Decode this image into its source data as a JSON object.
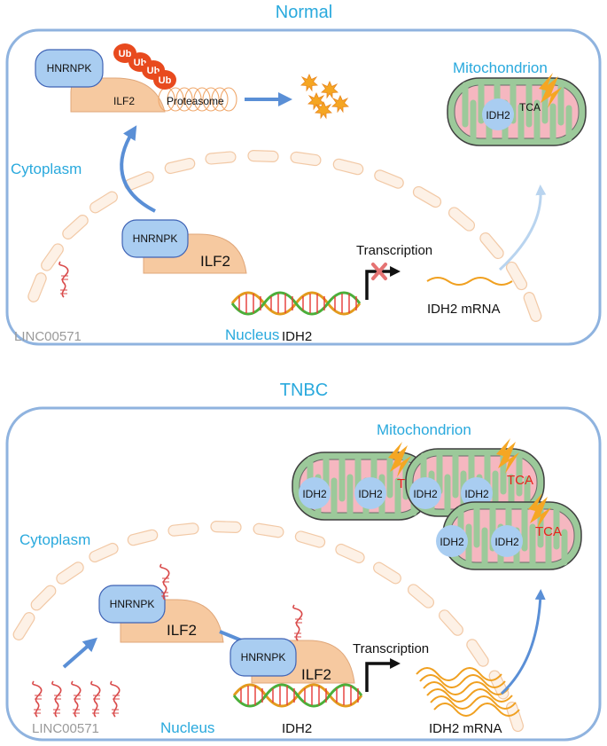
{
  "panels": {
    "normal": {
      "title": "Normal",
      "cytoplasm": "Cytoplasm",
      "nucleus": "Nucleus",
      "hnrnpk": "HNRNPK",
      "ilf2": "ILF2",
      "proteasome": "Proteasome",
      "ub": "Ub",
      "mitochondrion": "Mitochondrion",
      "idh2": "IDH2",
      "tca": "TCA",
      "transcription": "Transcription",
      "gene": "IDH2",
      "mrna": "IDH2 mRNA",
      "lncrna": "LINC00571"
    },
    "tnbc": {
      "title": "TNBC",
      "cytoplasm": "Cytoplasm",
      "nucleus": "Nucleus",
      "hnrnpk": "HNRNPK",
      "ilf2": "ILF2",
      "mitochondrion": "Mitochondrion",
      "idh2": "IDH2",
      "tca": "TCA",
      "transcription": "Transcription",
      "gene": "IDH2",
      "mrna": "IDH2 mRNA",
      "lncrna": "LINC00571"
    }
  },
  "colors": {
    "accent_blue": "#29a9dd",
    "cell_border": "#8fb3df",
    "arrow_blue": "#5a8fd6",
    "protein_hnrnpk": "#a9cdf1",
    "protein_ilf2": "#f6c9a0",
    "ub_red": "#e84a1e",
    "rna_red": "#d94a4a",
    "mito_green": "#9cc99a",
    "tca_orange": "#f5a623"
  }
}
